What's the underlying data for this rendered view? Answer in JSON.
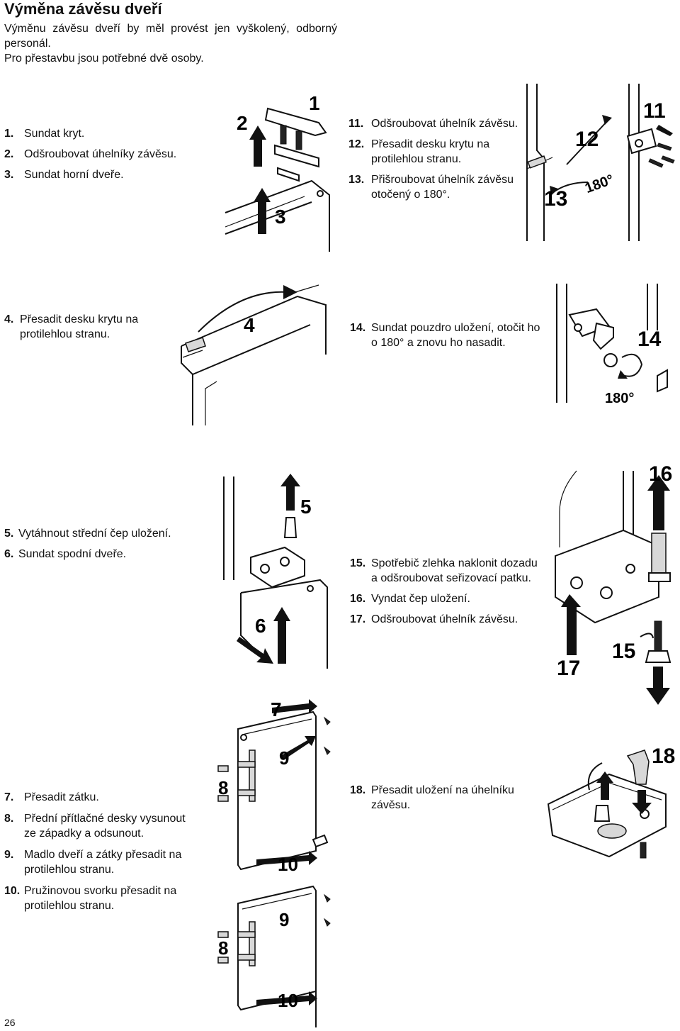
{
  "title": "Výměna závěsu dveří",
  "intro": [
    "Výměnu závěsu dveří by měl provést jen vyškolený, odborný personál.",
    "Pro přestavbu jsou potřebné dvě osoby."
  ],
  "steps_a": [
    {
      "n": "1.",
      "t": "Sundat kryt."
    },
    {
      "n": "2.",
      "t": "Odšroubovat úhelníky závěsu."
    },
    {
      "n": "3.",
      "t": "Sundat horní dveře."
    }
  ],
  "steps_b": [
    {
      "n": "11.",
      "t": "Odšroubovat úhelník závěsu."
    },
    {
      "n": "12.",
      "t": "Přesadit desku krytu na protilehlou stranu."
    },
    {
      "n": "13.",
      "t": "Přišroubovat úhelník závěsu otočený o 180°."
    }
  ],
  "steps_c": [
    {
      "n": "4.",
      "t": "Přesadit desku krytu na protilehlou stranu."
    }
  ],
  "steps_d": [
    {
      "n": "14.",
      "t": "Sundat pouzdro uložení, otočit ho o 180° a znovu ho nasadit."
    }
  ],
  "steps_e": [
    {
      "n": "5.",
      "t": "Vytáhnout střední čep uložení."
    },
    {
      "n": "6.",
      "t": "Sundat spodní dveře."
    }
  ],
  "steps_f": [
    {
      "n": "15.",
      "t": "Spotřebič zlehka naklonit dozadu a odšroubovat seřizovací patku."
    },
    {
      "n": "16.",
      "t": "Vyndat čep uložení."
    },
    {
      "n": "17.",
      "t": "Odšroubovat úhelník závěsu."
    }
  ],
  "steps_g": [
    {
      "n": "7.",
      "t": "Přesadit zátku."
    },
    {
      "n": "8.",
      "t": "Přední přítlačné desky vysunout ze západky a odsunout."
    },
    {
      "n": "9.",
      "t": "Madlo dveří a zátky přesadit na protilehlou stranu."
    },
    {
      "n": "10.",
      "t": "Pružinovou svorku přesadit na protilehlou stranu."
    }
  ],
  "steps_h": [
    {
      "n": "18.",
      "t": "Přesadit uložení na úhelníku závěsu."
    }
  ],
  "figure_labels": {
    "f1": {
      "a": "1",
      "b": "2",
      "c": "3"
    },
    "f2": {
      "a": "11",
      "b": "12",
      "c": "13",
      "angle": "180°"
    },
    "f3": {
      "a": "4"
    },
    "f4": {
      "a": "14",
      "angle": "180°"
    },
    "f5": {
      "a": "5",
      "b": "6"
    },
    "f6": {
      "a": "16",
      "b": "15",
      "c": "17"
    },
    "f7": {
      "a": "7",
      "b": "9",
      "c": "8",
      "d": "10",
      "e": "9",
      "f": "8",
      "g": "10"
    },
    "f8": {
      "a": "18"
    }
  },
  "page_number": "26"
}
